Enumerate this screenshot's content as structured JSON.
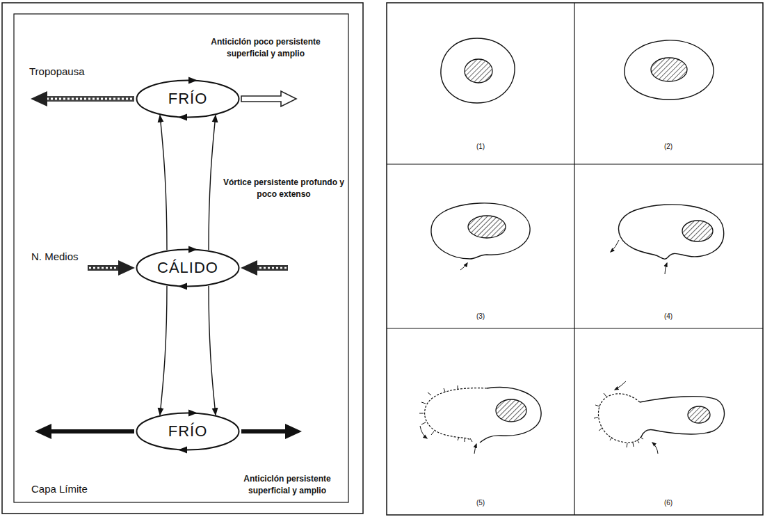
{
  "diagram": {
    "nodes": [
      {
        "text": [
          "FRÍO"
        ]
      },
      {
        "text": [
          "CÁLIDO"
        ]
      },
      {
        "text": [
          "FRÍO"
        ]
      }
    ],
    "edges": [
      {
        "from": 1,
        "to": 0,
        "arrow": "to"
      },
      {
        "from": 1,
        "to": 2,
        "arrow": "to"
      }
    ],
    "labels": [
      "Tropopausa",
      "Anticiclón poco persistente superficial y amplio",
      "Vórtice persistente profundo y poco extenso",
      "N. Medios",
      "Anticiclón persistente superficial y amplio",
      "Capa Límite",
      "(1)",
      "(2)",
      "(3)",
      "(4)",
      "(5)",
      "(6)"
    ]
  }
}
